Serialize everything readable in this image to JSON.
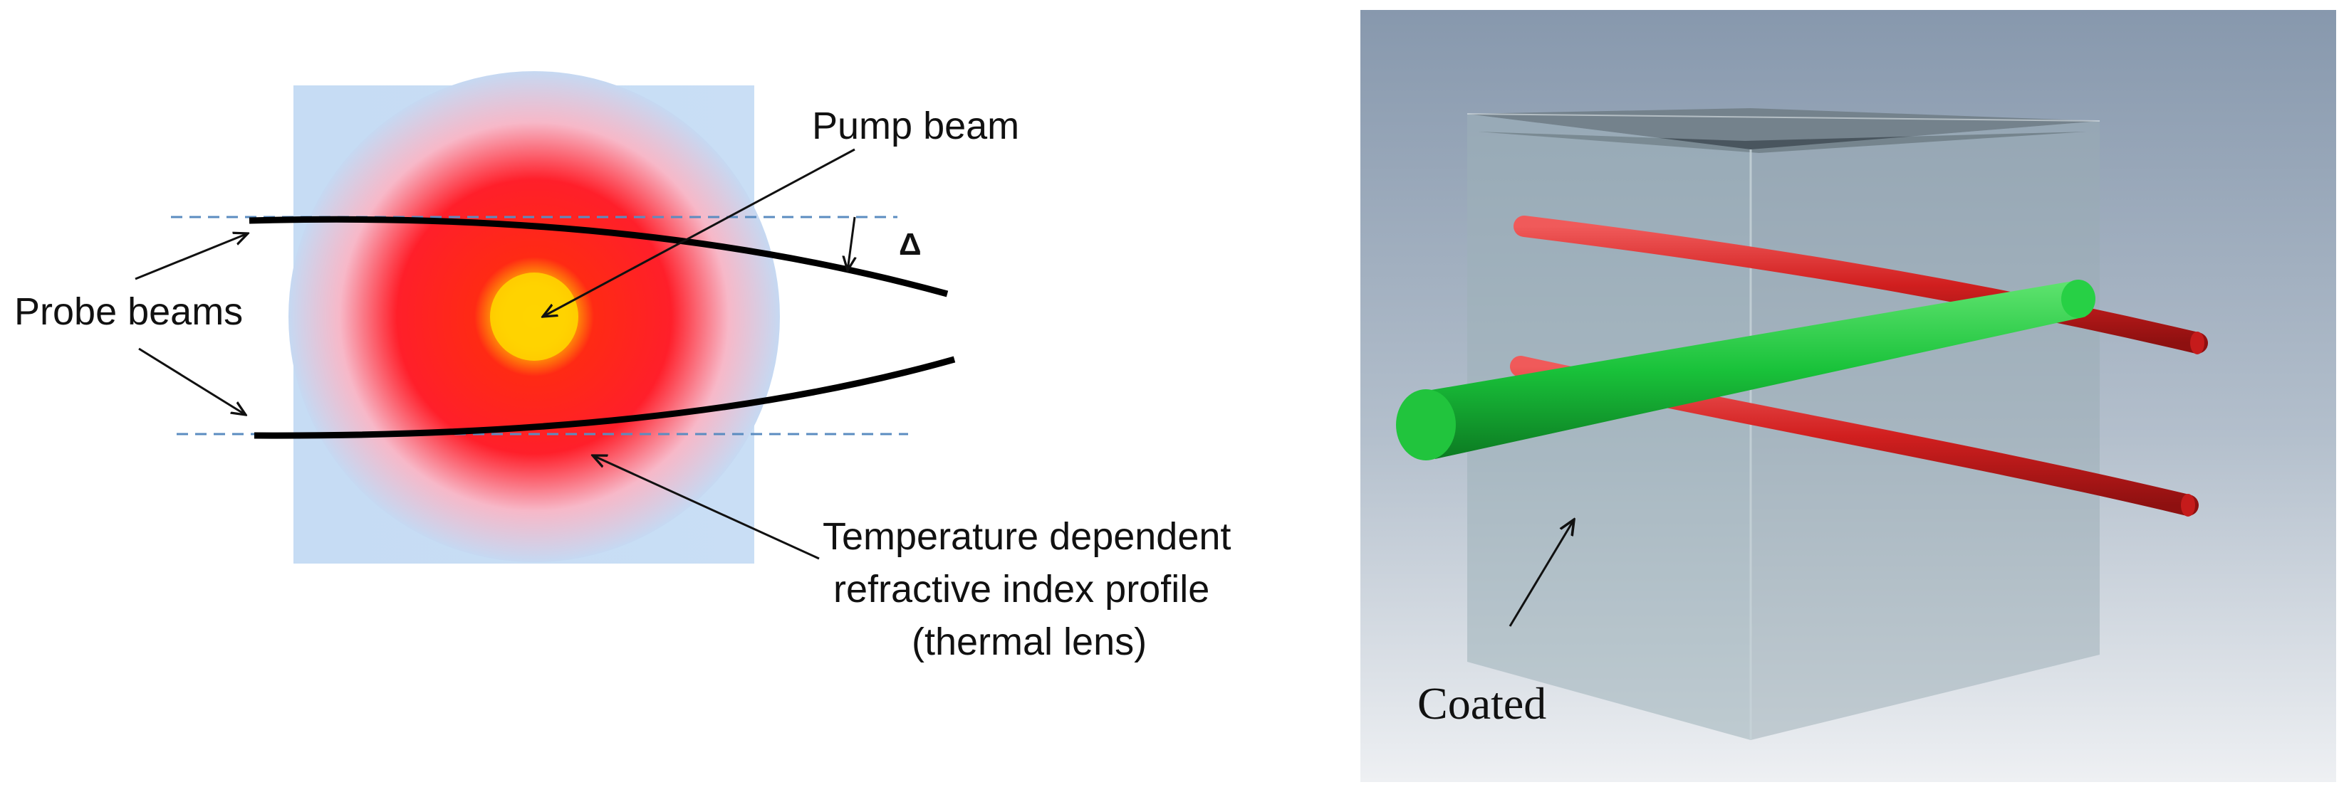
{
  "left": {
    "pump_label": "Pump beam",
    "probe_label": "Probe beams",
    "delta_label": "Δ",
    "temp_line1": "Temperature dependent",
    "temp_line2": "refractive index profile",
    "temp_line3": "(thermal lens)"
  },
  "right": {
    "coated_label": "Coated"
  },
  "colors": {
    "pump_core": "#ffd400",
    "pump_mid": "#ff1a1a",
    "background_blue": "#bcd7f5",
    "dashed_line": "#5b8cc0",
    "probe_rod": "#d61f1f",
    "pump_rod": "#19c23a",
    "cube_glass": "#9fb0b4",
    "scene_background": "#a9b6c6"
  },
  "icons": [
    "pump-arrow-icon",
    "probe-arrow-icon",
    "deflection-arrow-icon",
    "thermal-lens-arrow-icon",
    "coated-arrow-icon"
  ]
}
